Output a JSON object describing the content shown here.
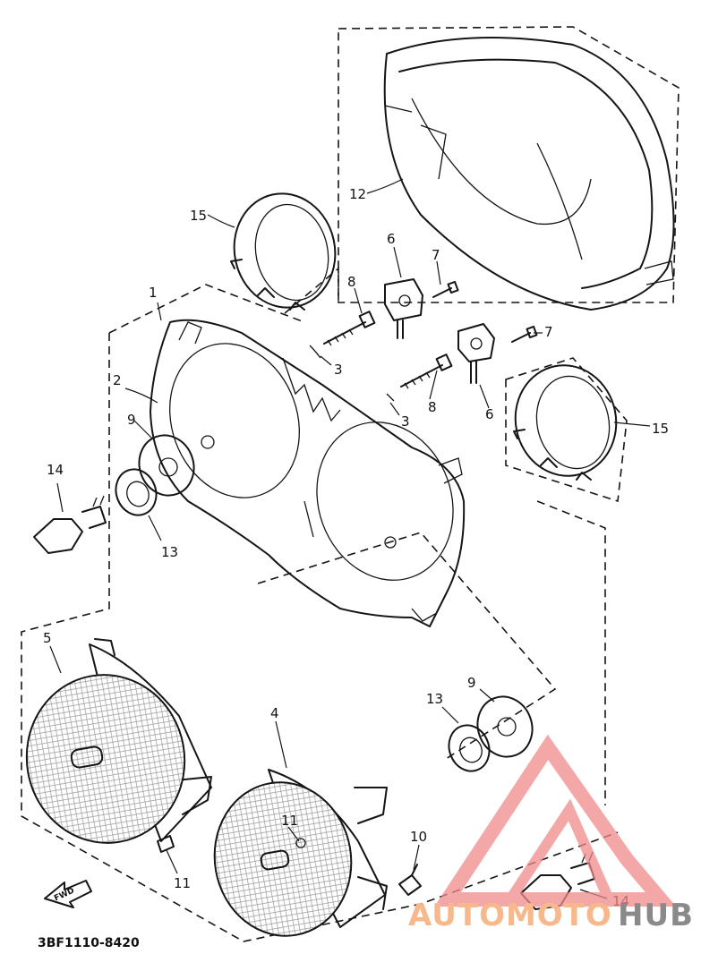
{
  "diagram": {
    "callouts": [
      {
        "id": "c1",
        "text": "1"
      },
      {
        "id": "c2",
        "text": "2"
      },
      {
        "id": "c3a",
        "text": "3"
      },
      {
        "id": "c3b",
        "text": "3"
      },
      {
        "id": "c4",
        "text": "4"
      },
      {
        "id": "c5",
        "text": "5"
      },
      {
        "id": "c6a",
        "text": "6"
      },
      {
        "id": "c6b",
        "text": "6"
      },
      {
        "id": "c7a",
        "text": "7"
      },
      {
        "id": "c7b",
        "text": "7"
      },
      {
        "id": "c8a",
        "text": "8"
      },
      {
        "id": "c8b",
        "text": "8"
      },
      {
        "id": "c9a",
        "text": "9"
      },
      {
        "id": "c9b",
        "text": "9"
      },
      {
        "id": "c10",
        "text": "10"
      },
      {
        "id": "c11a",
        "text": "11"
      },
      {
        "id": "c11b",
        "text": "11"
      },
      {
        "id": "c12",
        "text": "12"
      },
      {
        "id": "c13a",
        "text": "13"
      },
      {
        "id": "c13b",
        "text": "13"
      },
      {
        "id": "c14a",
        "text": "14"
      },
      {
        "id": "c14b",
        "text": "14"
      },
      {
        "id": "c15a",
        "text": "15"
      },
      {
        "id": "c15b",
        "text": "15"
      }
    ],
    "direction_label": "FWD",
    "diagram_code": "3BF1110-8420"
  },
  "watermark": {
    "brand_left": "AUTOMOTO",
    "brand_right": "HUB",
    "logo_color": "#f08a8a",
    "text_color_left": "#f7b88c",
    "text_color_right": "#8a8a8a"
  }
}
